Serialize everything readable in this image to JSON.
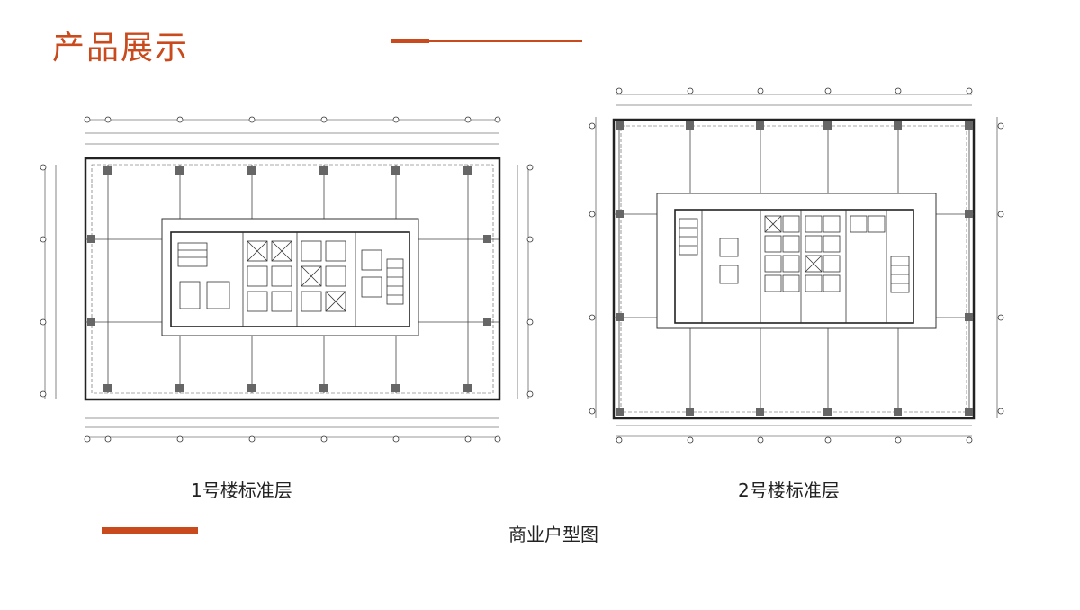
{
  "header": {
    "title": "产品展示",
    "accent_color": "#c94a1c"
  },
  "plans": [
    {
      "caption": "1号楼标准层"
    },
    {
      "caption": "2号楼标准层"
    }
  ],
  "footer": {
    "subtitle": "商业户型图"
  }
}
